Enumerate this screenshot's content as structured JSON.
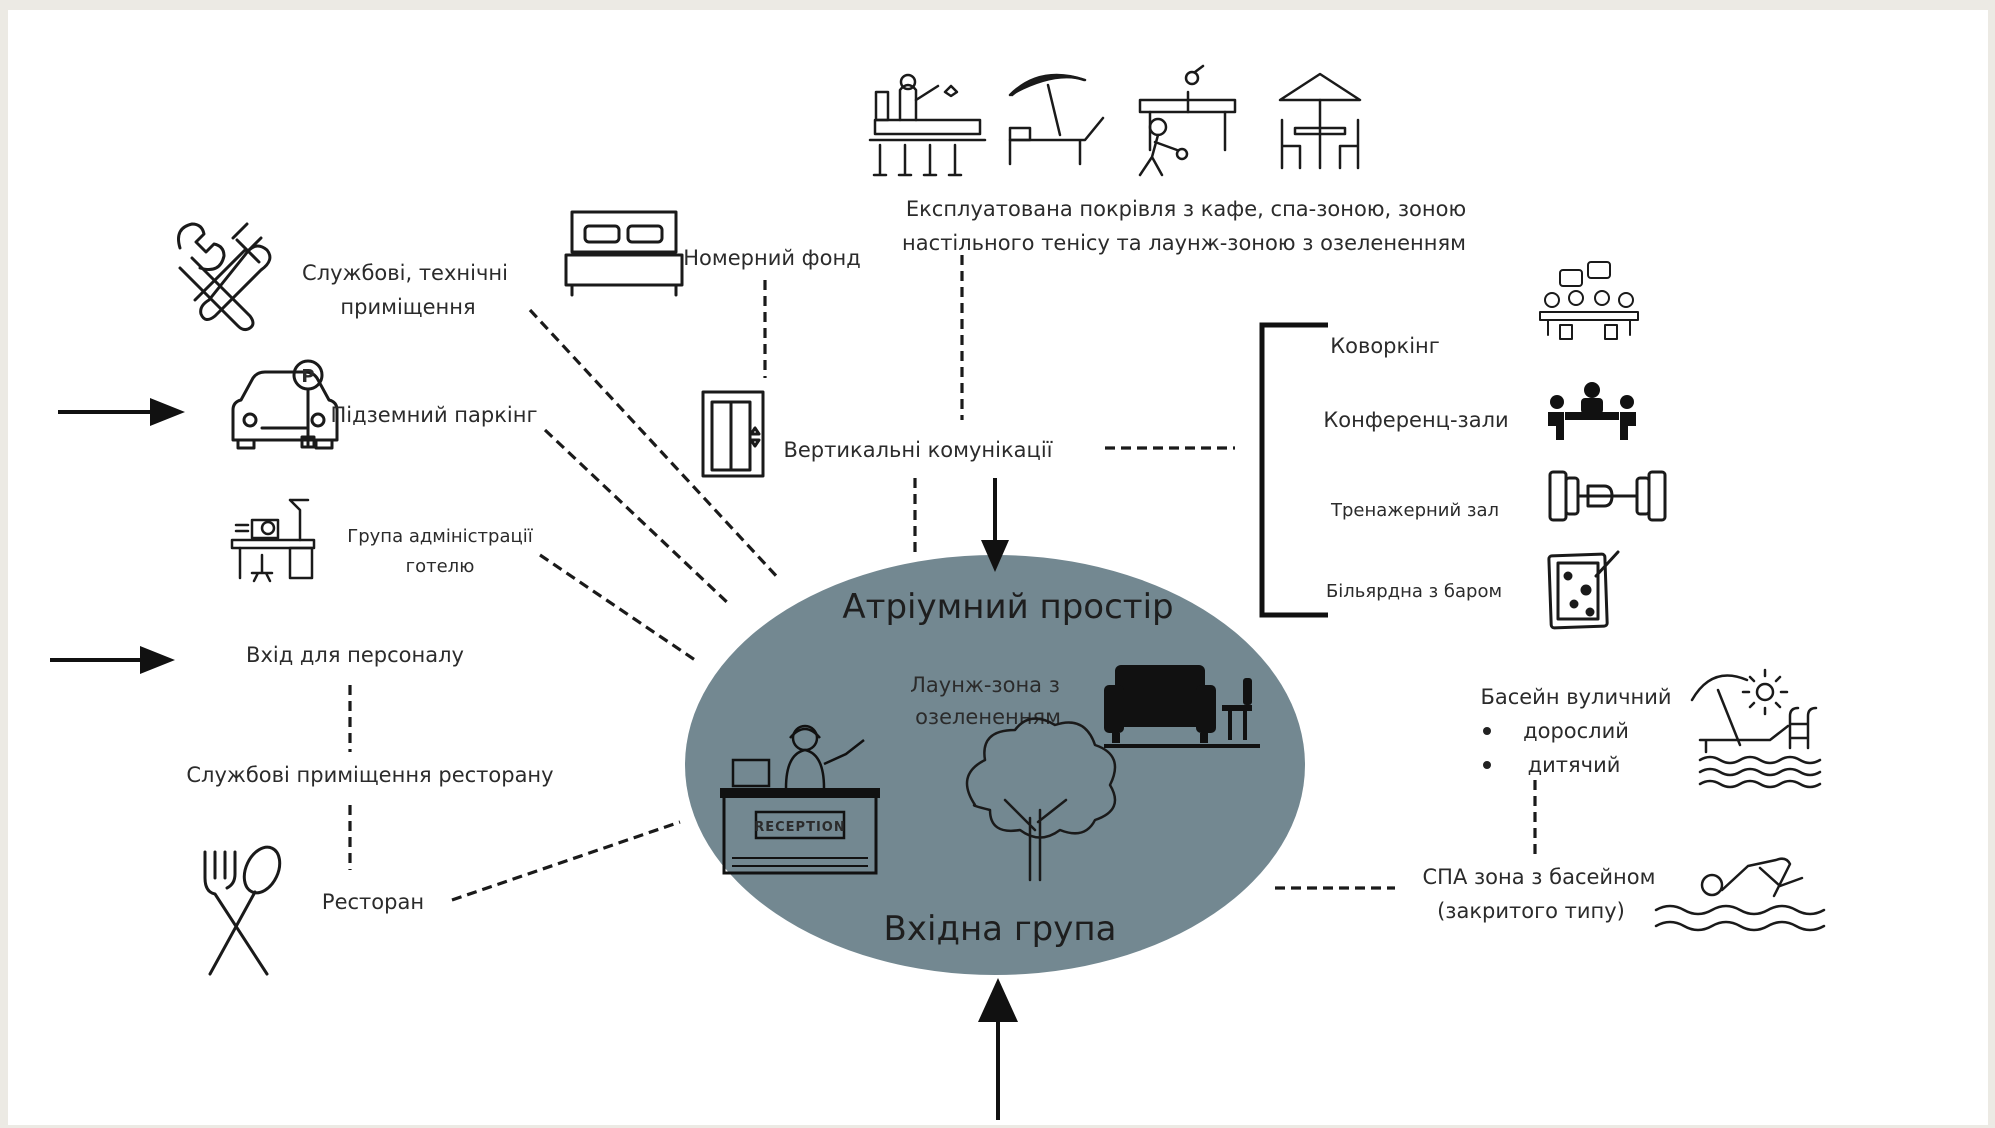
{
  "atrium": {
    "title": "Атріумний простір",
    "subtitle": "Вхідна група",
    "lounge_line1": "Лаунж-зона з",
    "lounge_line2": "озелененням",
    "reception_sign": "RECEPTION",
    "fill_color": "#738891"
  },
  "left": {
    "service_line1": "Службові, технічні",
    "service_line2": "приміщення",
    "parking": "Підземний паркінг",
    "admin_line1": "Група адміністрації",
    "admin_line2": "готелю",
    "staff_entrance": "Вхід для персоналу",
    "restaurant_service": "Службові приміщення ресторану",
    "restaurant": "Ресторан"
  },
  "top": {
    "rooms": "Номерний фонд",
    "vertical": "Вертикальні комунікації",
    "roof_line1": "Експлуатована покрівля з кафе, спа-зоною, зоною",
    "roof_line2": "настільного тенісу та лаунж-зоною з озелененням"
  },
  "right": {
    "coworking": "Коворкінг",
    "conference": "Конференц-зали",
    "gym": "Тренажерний зал",
    "billiard": "Більярдна з баром",
    "pool_title": "Басейн вуличний",
    "pool_adult": "дорослий",
    "pool_child": "дитячий",
    "spa_line1": "СПА зона з басейном",
    "spa_line2": "(закритого типу)"
  },
  "icons": {
    "tools": "wrench-hammer-icon",
    "parking": "car-parking-icon",
    "admin": "office-desk-icon",
    "restaurant": "fork-spoon-icon",
    "bed": "bed-icon",
    "elevator": "elevator-icon",
    "bar": "bar-counter-icon",
    "sunbed": "sunbed-umbrella-icon",
    "tennis": "table-tennis-icon",
    "cafe": "cafe-table-icon",
    "coworking": "coworking-icon",
    "conference": "conference-icon",
    "gym": "dumbbell-icon",
    "billiard": "billiard-table-icon",
    "pool": "pool-icon",
    "swimmer": "swimmer-icon",
    "reception": "reception-desk-icon",
    "tree": "tree-icon",
    "sofa": "lounge-sofa-icon"
  }
}
